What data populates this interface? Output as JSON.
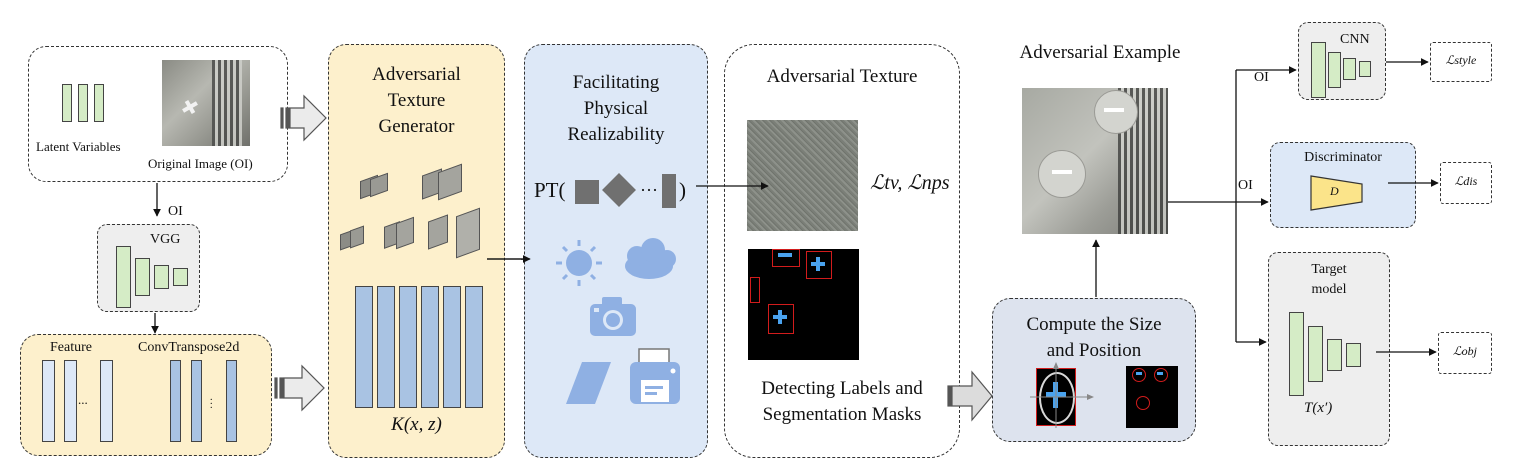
{
  "colors": {
    "yellow_panel": "#fdf0cc",
    "blue_panel": "#dde8f7",
    "gray_panel": "#eeeeee",
    "green_bar": "#d5ecc6",
    "blue_bar": "#a9c3e3",
    "icon_blue": "#8fb0e3",
    "disc_yellow": "#fbe48a"
  },
  "inputs": {
    "latent_label": "Latent Variables",
    "original_label": "Original Image (OI)"
  },
  "vgg": {
    "oi_label": "OI",
    "title": "VGG"
  },
  "feature_box": {
    "feature_label": "Feature",
    "convt_label": "ConvTranspose2d",
    "dots": "..."
  },
  "generator": {
    "title_l1": "Adversarial",
    "title_l2": "Texture",
    "title_l3": "Generator",
    "formula": "K(x, z)"
  },
  "physical": {
    "title_l1": "Facilitating",
    "title_l2": "Physical",
    "title_l3": "Realizability",
    "pt_label": "PT(",
    "pt_close": ")",
    "dots": "···"
  },
  "texture": {
    "title": "Adversarial Texture",
    "loss_formula": "ℒtv, ℒnps",
    "detect_l1": "Detecting Labels and",
    "detect_l2": "Segmentation Masks"
  },
  "compute": {
    "title_l1": "Compute the Size",
    "title_l2": "and Position"
  },
  "adv_example": {
    "title": "Adversarial Example"
  },
  "cnn": {
    "oi_label": "OI",
    "title": "CNN",
    "loss": "ℒstyle"
  },
  "discriminator": {
    "oi_label": "OI",
    "title": "Discriminator",
    "symbol": "D",
    "loss": "ℒdis"
  },
  "target": {
    "title_l1": "Target",
    "title_l2": "model",
    "formula": "T(x′)",
    "loss": "ℒobj"
  }
}
